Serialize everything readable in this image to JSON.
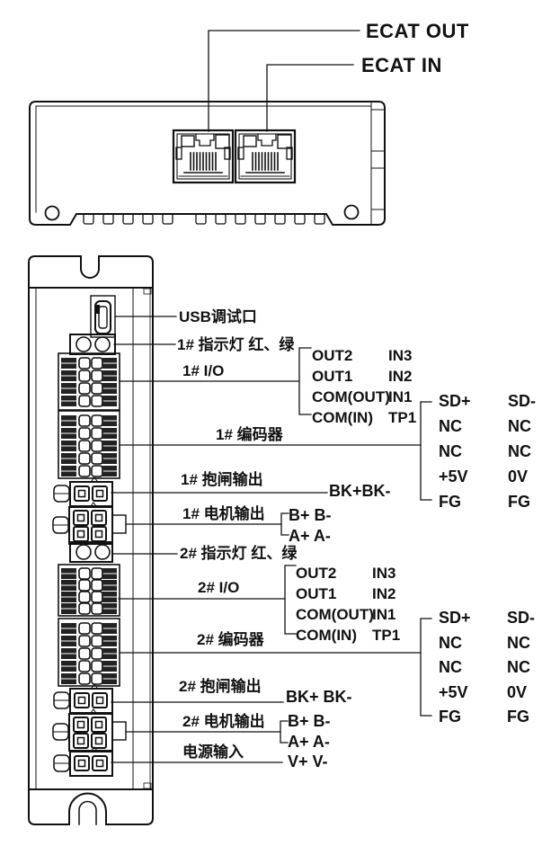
{
  "top_view": {
    "labels": {
      "ecat_out": "ECAT OUT",
      "ecat_in": "ECAT IN"
    }
  },
  "front_view": {
    "labels": {
      "usb": "USB调试口",
      "indicator1": "1# 指示灯 红、绿",
      "io1": "1# I/O",
      "encoder1": "1# 编码器",
      "brake1": "1# 抱闸输出",
      "motor1": "1# 电机输出",
      "indicator2": "2# 指示灯 红、绿",
      "io2": "2# I/O",
      "encoder2": "2# 编码器",
      "brake2": "2# 抱闸输出",
      "motor2": "2# 电机输出",
      "power": "电源输入"
    },
    "pins": {
      "io1": [
        [
          "OUT2",
          "IN3"
        ],
        [
          "OUT1",
          "IN2"
        ],
        [
          "COM(OUT)",
          "IN1"
        ],
        [
          "COM(IN)",
          "TP1"
        ]
      ],
      "io2": [
        [
          "OUT2",
          "IN3"
        ],
        [
          "OUT1",
          "IN2"
        ],
        [
          "COM(OUT)",
          "IN1"
        ],
        [
          "COM(IN)",
          "TP1"
        ]
      ],
      "encoder1": [
        [
          "SD+",
          "SD-"
        ],
        [
          "NC",
          "NC"
        ],
        [
          "NC",
          "NC"
        ],
        [
          "+5V",
          "0V"
        ],
        [
          "FG",
          "FG"
        ]
      ],
      "encoder2": [
        [
          "SD+",
          "SD-"
        ],
        [
          "NC",
          "NC"
        ],
        [
          "NC",
          "NC"
        ],
        [
          "+5V",
          "0V"
        ],
        [
          "FG",
          "FG"
        ]
      ],
      "brake1": "BK+BK-",
      "brake2": "BK+ BK-",
      "motor1_b": "B+ B-",
      "motor1_a": "A+ A-",
      "motor2_b": "B+ B-",
      "motor2_a": "A+ A-",
      "power": "V+ V-"
    }
  },
  "colors": {
    "line": "#111111",
    "background": "#ffffff"
  }
}
